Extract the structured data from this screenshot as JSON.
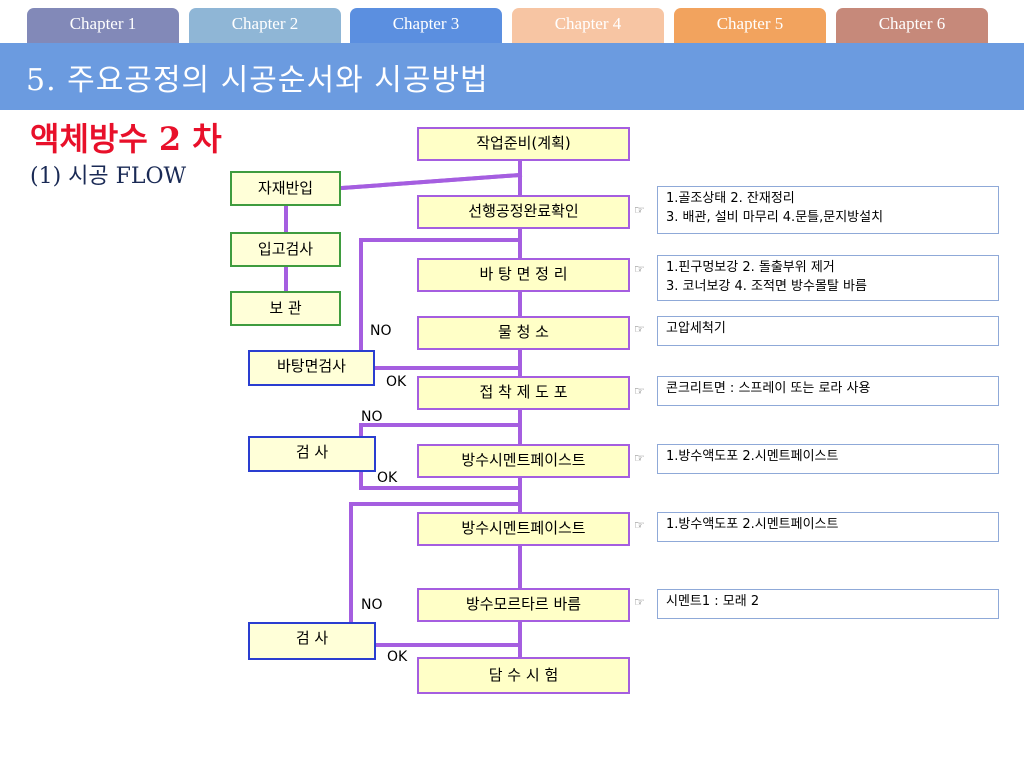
{
  "tabs": [
    {
      "label": "Chapter 1",
      "color": "#8289b8"
    },
    {
      "label": "Chapter 2",
      "color": "#8fb6d6"
    },
    {
      "label": "Chapter 3",
      "color": "#5b8fe0"
    },
    {
      "label": "Chapter 4",
      "color": "#f7c5a3"
    },
    {
      "label": "Chapter 5",
      "color": "#f2a35e"
    },
    {
      "label": "Chapter 6",
      "color": "#c6897a"
    }
  ],
  "title": "5.  주요공정의 시공순서와 시공방법",
  "heading": "액체방수 2 차",
  "subheading": "(1)  시공 FLOW",
  "steps": [
    "작업준비(계획)",
    "선행공정완료확인",
    "바 탕 면 정 리",
    "물    청    소",
    "접 착 제 도 포",
    "방수시멘트페이스트",
    "방수시멘트페이스트",
    "방수모르타르 바름",
    "담 수 시 험"
  ],
  "left_boxes": [
    "자재반입",
    "입고검사",
    "보  관"
  ],
  "inspections": [
    "바탕면검사",
    "검    사",
    "검    사"
  ],
  "labels": {
    "no": "NO",
    "ok": "OK"
  },
  "notes": [
    {
      "line1": "1.골조상태       2. 잔재정리",
      "line2": "3. 배관, 설비 마무리   4.문틀,문지방설치"
    },
    {
      "line1": "1.핀구멍보강      2. 돌출부위 제거",
      "line2": "3. 코너보강        4. 조적면 방수몰탈 바름"
    },
    {
      "line1": "고압세척기"
    },
    {
      "line1": "콘크리트면 : 스프레이 또는 로라 사용"
    },
    {
      "line1": "1.방수액도포        2.시멘트페이스트"
    },
    {
      "line1": "1.방수액도포        2.시멘트페이스트"
    },
    {
      "line1": "시멘트1 : 모래 2"
    }
  ],
  "note_marker": "☞",
  "colors": {
    "line": "#a55ee0",
    "step_border": "#a55ee0",
    "step_fill": "#ffffc7",
    "heading": "#e8102a",
    "title_bar": "#6b9be0"
  }
}
